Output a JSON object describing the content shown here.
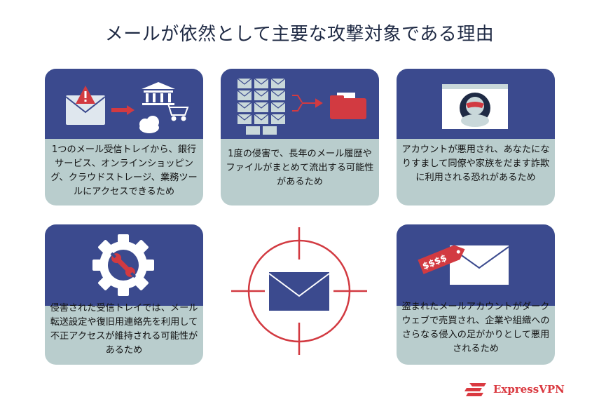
{
  "title": "メールが依然として主要な攻撃対象である理由",
  "cards": [
    {
      "text": "1つのメール受信トレイから、銀行サービス、オンラインショッピング、クラウドストレージ、業務ツールにアクセスできるため"
    },
    {
      "text": "1度の侵害で、長年のメール履歴やファイルがまとめて流出する可能性があるため"
    },
    {
      "text": "アカウントが悪用され、あなたになりすまして同僚や家族をだます詐欺に利用される恐れがあるため"
    },
    {
      "text": "侵害された受信トレイでは、メール転送設定や復旧用連絡先を利用して不正アクセスが維持される可能性があるため"
    },
    {
      "text": "盗まれたメールアカウントがダークウェブで売買され、企業や組織へのさらなる侵入の足がかりとして悪用されるため"
    }
  ],
  "price_tag": "$$$$",
  "brand": {
    "name": "ExpressVPN"
  },
  "colors": {
    "card_top": "#3b4a8e",
    "card_bottom": "#b9cdcd",
    "accent": "#d23a41",
    "title": "#1f2a44"
  }
}
